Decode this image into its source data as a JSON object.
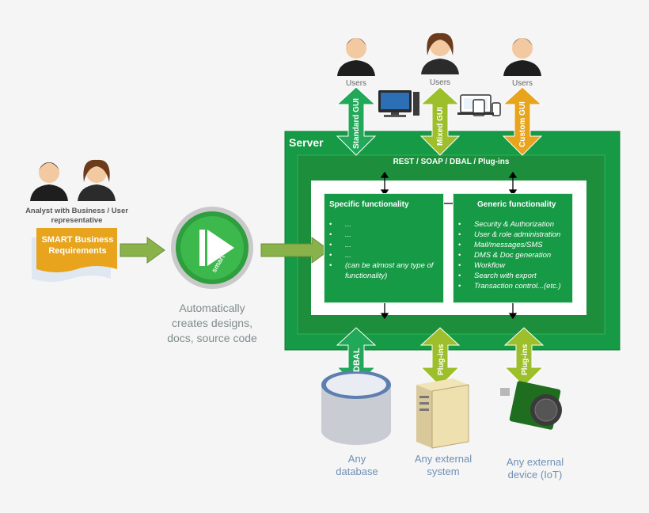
{
  "users": [
    {
      "label": "Users",
      "arrow_label": "Standard GUI",
      "arrow_color": "#22a859"
    },
    {
      "label": "Users",
      "arrow_label": "Mixed GUI",
      "arrow_color": "#9dbf2b"
    },
    {
      "label": "Users",
      "arrow_label": "Custom GUI",
      "arrow_color": "#e7a41c"
    }
  ],
  "analyst_label": "Analyst with Business / User representative",
  "requirements_doc": "SMART Business Requirements",
  "smart_logo_text": "smart",
  "smart_caption": "Automatically creates designs, docs, source code",
  "server": {
    "title": "Server",
    "band_label": "REST / SOAP / DBAL / Plug-ins",
    "specific": {
      "title": "Specific functionality",
      "items": [
        "...",
        "...",
        "...",
        "...",
        "(can be almost any type of functionality)"
      ]
    },
    "generic": {
      "title": "Generic functionality",
      "items": [
        "Security & Authorization",
        "User & role administration",
        "Mail/messages/SMS",
        "DMS & Doc generation",
        "Workflow",
        "Search with export",
        "Transaction control...(etc.)"
      ]
    }
  },
  "bottom": [
    {
      "arrow_label": "DBAL",
      "caption": "Any database",
      "arrow_color": "#22a859"
    },
    {
      "arrow_label": "Plug-ins",
      "caption": "Any external system",
      "arrow_color": "#9dbf2b"
    },
    {
      "arrow_label": "Plug-ins",
      "caption": "Any external device (IoT)",
      "arrow_color": "#9dbf2b"
    }
  ],
  "colors": {
    "server_green": "#169a46",
    "frame_green": "#1d8e3c",
    "flow_arrow": "#8ab24a"
  }
}
